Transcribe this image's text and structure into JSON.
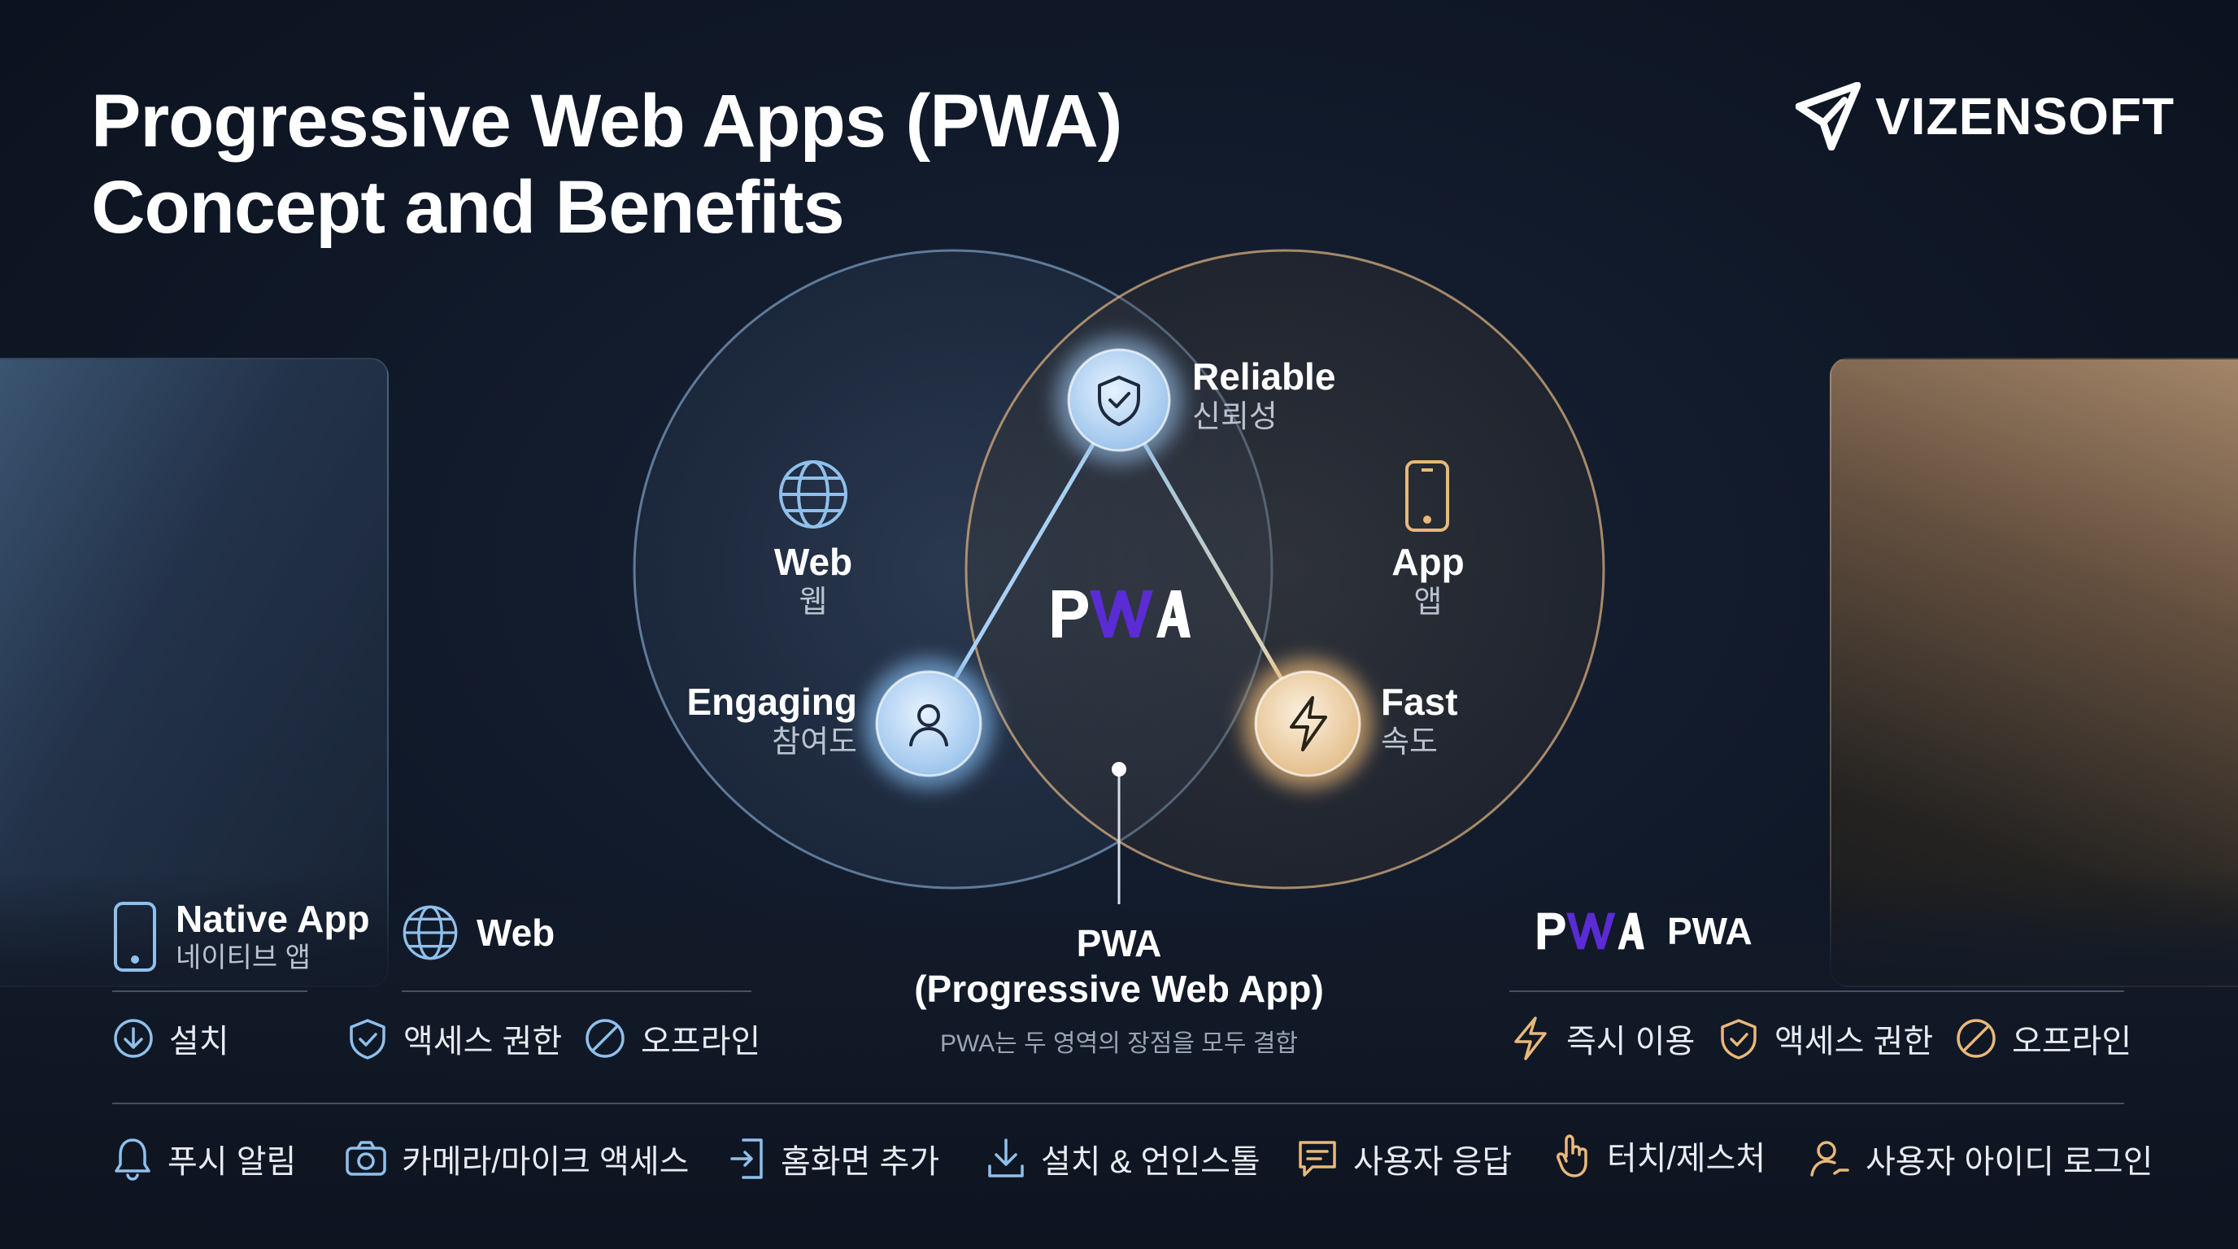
{
  "title": {
    "line1": "Progressive Web Apps (PWA)",
    "line2": "Concept and Benefits"
  },
  "brand": {
    "name": "VIZENSOFT",
    "icon": "vizensoft-logo-icon"
  },
  "colors": {
    "web_accent": "#7fb6e8",
    "app_accent": "#e9b879",
    "pwa_purple": "#5b2bd6",
    "text": "#ffffff",
    "subtext": "#b9c2d0"
  },
  "venn": {
    "web": {
      "label": "Web",
      "sub": "웹",
      "icon": "globe-icon"
    },
    "app": {
      "label": "App",
      "sub": "앱",
      "icon": "smartphone-icon"
    },
    "reliable": {
      "label": "Reliable",
      "sub": "신뢰성",
      "icon": "shield-check-icon"
    },
    "engaging": {
      "label": "Engaging",
      "sub": "참여도",
      "icon": "user-icon"
    },
    "fast": {
      "label": "Fast",
      "sub": "속도",
      "icon": "lightning-icon"
    },
    "center_logo": "PWA"
  },
  "caption": {
    "line1": "PWA",
    "line2": "(Progressive Web App)",
    "note": "PWA는 두 영역의 장점을 모두 결합"
  },
  "categories": {
    "native": {
      "label": "Native App",
      "sub": "네이티브 앱",
      "icon": "smartphone-icon"
    },
    "web": {
      "label": "Web",
      "icon": "globe-icon"
    },
    "pwa": {
      "label": "PWA",
      "logo": "PWA"
    }
  },
  "left_features": [
    {
      "label": "설치",
      "icon": "download-circle-icon"
    },
    {
      "label": "액세스 권한",
      "icon": "shield-check-icon"
    },
    {
      "label": "오프라인",
      "icon": "no-entry-icon"
    }
  ],
  "right_features": [
    {
      "label": "즉시 이용",
      "icon": "lightning-icon"
    },
    {
      "label": "액세스 권한",
      "icon": "shield-check-icon"
    },
    {
      "label": "오프라인",
      "icon": "no-entry-icon"
    }
  ],
  "bottom_features": [
    {
      "label": "푸시 알림",
      "icon": "bell-icon"
    },
    {
      "label": "카메라/마이크 액세스",
      "icon": "camera-icon"
    },
    {
      "label": "홈화면 추가",
      "icon": "add-to-home-icon"
    },
    {
      "label": "설치 & 언인스톨",
      "icon": "download-icon"
    },
    {
      "label": "사용자 응답",
      "icon": "chat-icon"
    },
    {
      "label": "터치/제스처",
      "icon": "touch-icon"
    },
    {
      "label": "사용자 아이디 로그인",
      "icon": "user-login-icon"
    }
  ]
}
